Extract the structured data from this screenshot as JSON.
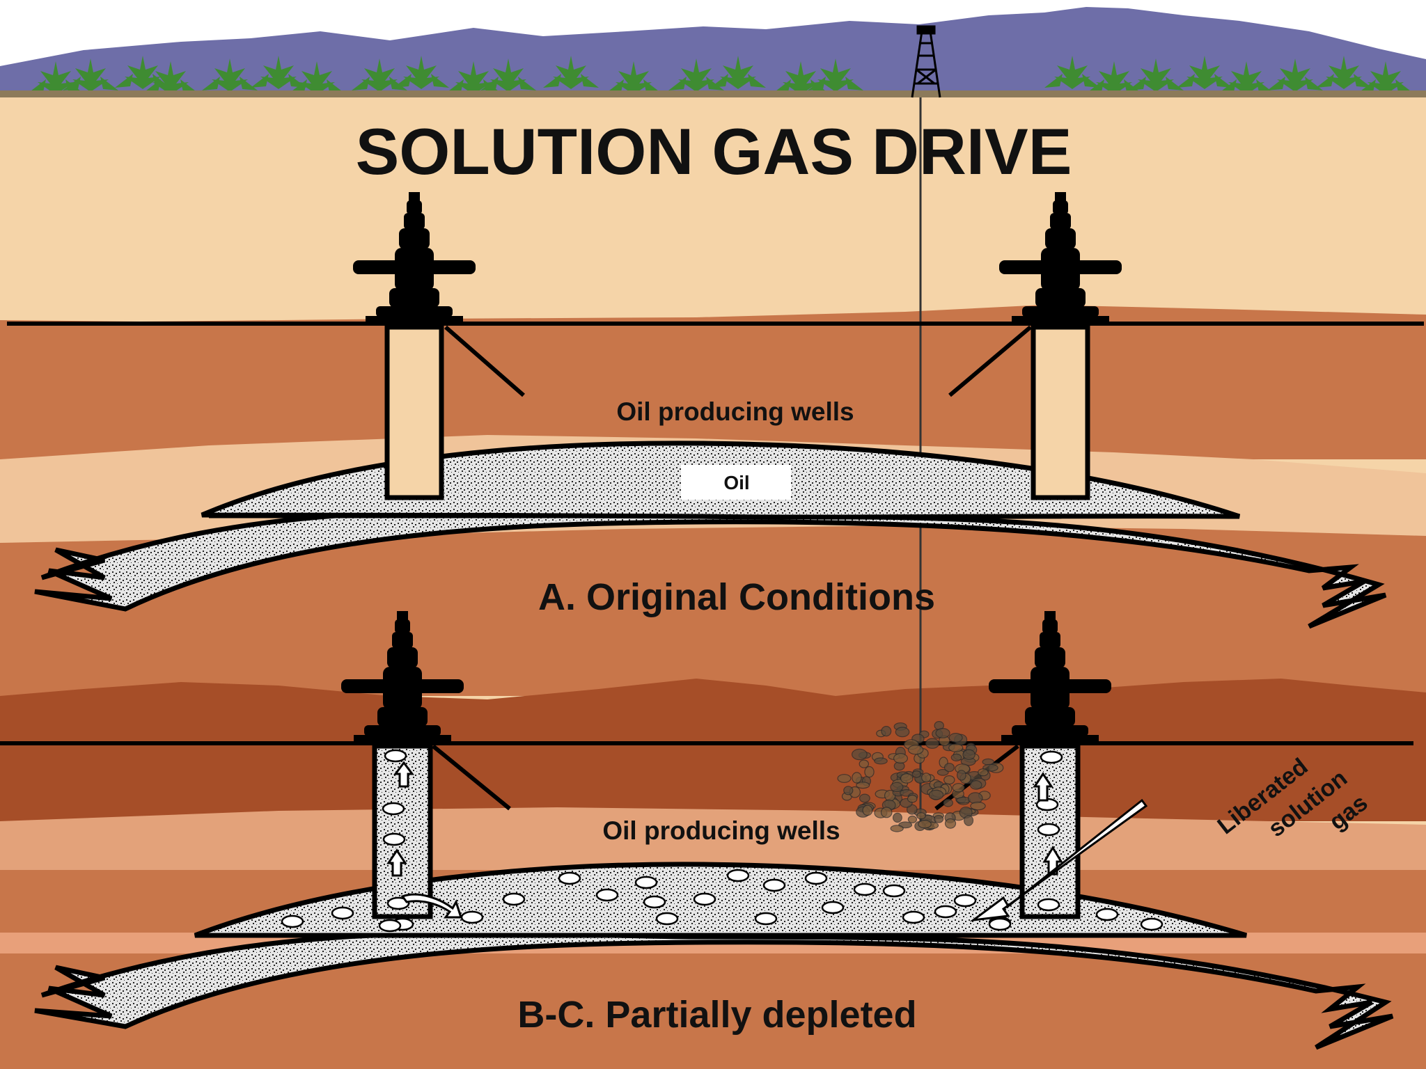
{
  "title": "SOLUTION GAS DRIVE",
  "panel_a": {
    "wells_label": "Oil producing wells",
    "oil_label": "Oil",
    "caption": "A.  Original Conditions"
  },
  "panel_bc": {
    "wells_label": "Oil producing wells",
    "gas_label_lines": [
      "Liberated",
      "solution",
      "gas"
    ],
    "caption": "B-C.  Partially depleted"
  },
  "colors": {
    "sky": "#ffffff",
    "mountains": "#6e6ea8",
    "trees": "#3f8c32",
    "surface_sand": "#f5d4a8",
    "rock_mid": "#c8764a",
    "rock_light": "#f0c49a",
    "rock_dark": "#a64e28",
    "reservoir": "#d8d8d8",
    "ink": "#000000"
  }
}
